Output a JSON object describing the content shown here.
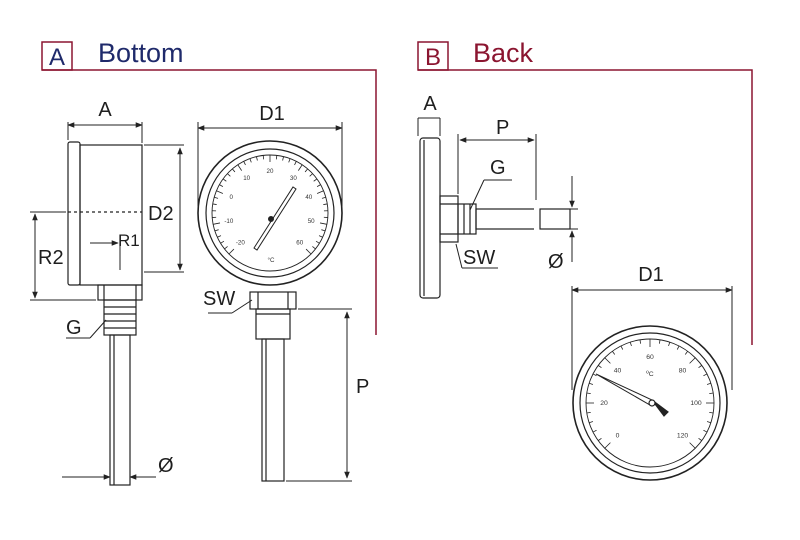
{
  "section_a": {
    "letter": "A",
    "title": "Bottom",
    "color": "#1f2a6b"
  },
  "section_b": {
    "letter": "B",
    "title": "Back",
    "color": "#8b1530"
  },
  "line_color": "#8b1530",
  "dimension_labels": {
    "bottom_view_side": {
      "a": "A",
      "d2": "D2",
      "r1": "R1",
      "r2": "R2",
      "g": "G",
      "diameter": "Ø"
    },
    "bottom_view_front": {
      "d1": "D1",
      "sw": "SW",
      "p": "P"
    },
    "back_view_side": {
      "a": "A",
      "p": "P",
      "g": "G",
      "sw": "SW",
      "diameter": "Ø"
    },
    "back_view_front": {
      "d1": "D1"
    }
  },
  "gauge_bottom": {
    "unit": "°C",
    "scale_labels": [
      "-20",
      "-10",
      "0",
      "10",
      "20",
      "30",
      "40",
      "50",
      "60"
    ]
  },
  "gauge_back": {
    "unit": "ºC",
    "scale_labels": [
      "0",
      "20",
      "40",
      "60",
      "80",
      "100",
      "120"
    ]
  }
}
